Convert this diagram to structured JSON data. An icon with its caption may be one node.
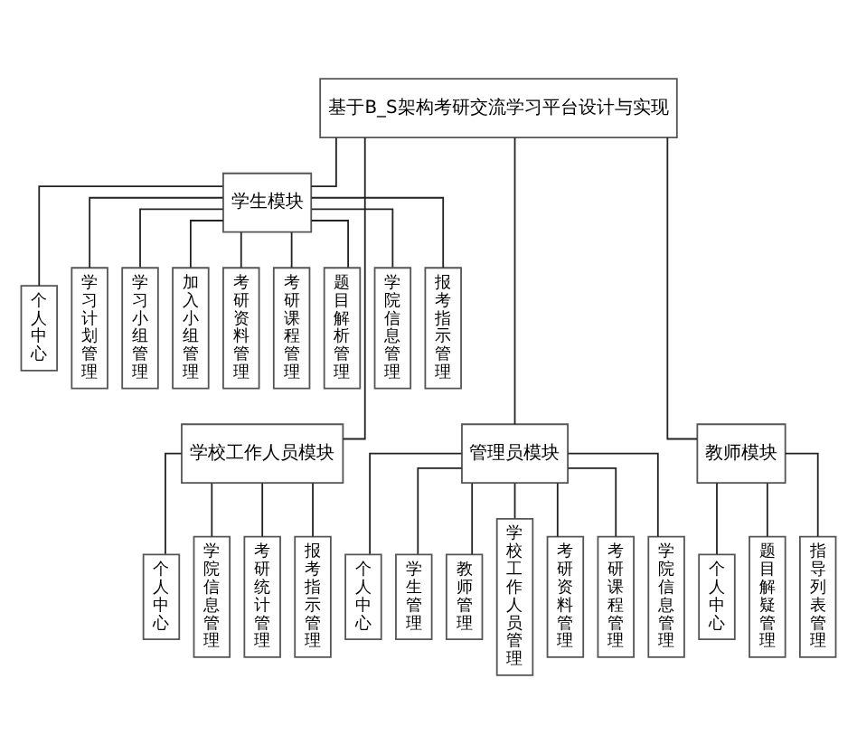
{
  "diagram": {
    "nodes": [
      {
        "text": [
          "基于B_S架构考研交流学习平台设计与实现"
        ]
      },
      {
        "text": [
          "学生模块"
        ]
      },
      {
        "text": [
          "个人中心"
        ]
      },
      {
        "text": [
          "学习计划管理"
        ]
      },
      {
        "text": [
          "学习小组管理"
        ]
      },
      {
        "text": [
          "加入小组管理"
        ]
      },
      {
        "text": [
          "考研资料管理"
        ]
      },
      {
        "text": [
          "考研课程管理"
        ]
      },
      {
        "text": [
          "题目解析管理"
        ]
      },
      {
        "text": [
          "学院信息管理"
        ]
      },
      {
        "text": [
          "报考指示管理"
        ]
      },
      {
        "text": [
          "学校工作人员模块"
        ]
      },
      {
        "text": [
          "个人中心"
        ]
      },
      {
        "text": [
          "学院信息管理"
        ]
      },
      {
        "text": [
          "考研统计管理"
        ]
      },
      {
        "text": [
          "报考指示管理"
        ]
      },
      {
        "text": [
          "管理员模块"
        ]
      },
      {
        "text": [
          "个人中心"
        ]
      },
      {
        "text": [
          "学生管理"
        ]
      },
      {
        "text": [
          "教师管理"
        ]
      },
      {
        "text": [
          "学校工作人员管理"
        ]
      },
      {
        "text": [
          "考研资料管理"
        ]
      },
      {
        "text": [
          "考研课程管理"
        ]
      },
      {
        "text": [
          "学院信息管理"
        ]
      },
      {
        "text": [
          "教师模块"
        ]
      },
      {
        "text": [
          "个人中心"
        ]
      },
      {
        "text": [
          "题目解疑管理"
        ]
      },
      {
        "text": [
          "指导列表管理"
        ]
      }
    ],
    "edges": [
      {
        "from": 0,
        "to": 1,
        "arrow": "none"
      },
      {
        "from": 1,
        "to": 2,
        "arrow": "none"
      },
      {
        "from": 1,
        "to": 3,
        "arrow": "none"
      },
      {
        "from": 1,
        "to": 4,
        "arrow": "none"
      },
      {
        "from": 1,
        "to": 5,
        "arrow": "none"
      },
      {
        "from": 1,
        "to": 6,
        "arrow": "none"
      },
      {
        "from": 1,
        "to": 7,
        "arrow": "none"
      },
      {
        "from": 1,
        "to": 8,
        "arrow": "none"
      },
      {
        "from": 1,
        "to": 9,
        "arrow": "none"
      },
      {
        "from": 1,
        "to": 10,
        "arrow": "none"
      },
      {
        "from": 0,
        "to": 11,
        "arrow": "none"
      },
      {
        "from": 0,
        "to": 16,
        "arrow": "none"
      },
      {
        "from": 0,
        "to": 24,
        "arrow": "none"
      },
      {
        "from": 11,
        "to": 12,
        "arrow": "none"
      },
      {
        "from": 11,
        "to": 13,
        "arrow": "none"
      },
      {
        "from": 11,
        "to": 14,
        "arrow": "none"
      },
      {
        "from": 11,
        "to": 15,
        "arrow": "none"
      },
      {
        "from": 16,
        "to": 17,
        "arrow": "none"
      },
      {
        "from": 16,
        "to": 18,
        "arrow": "none"
      },
      {
        "from": 16,
        "to": 19,
        "arrow": "none"
      },
      {
        "from": 16,
        "to": 20,
        "arrow": "none"
      },
      {
        "from": 16,
        "to": 21,
        "arrow": "none"
      },
      {
        "from": 16,
        "to": 22,
        "arrow": "none"
      },
      {
        "from": 16,
        "to": 23,
        "arrow": "none"
      },
      {
        "from": 24,
        "to": 25,
        "arrow": "none"
      },
      {
        "from": 24,
        "to": 26,
        "arrow": "none"
      },
      {
        "from": 24,
        "to": 27,
        "arrow": "none"
      }
    ]
  }
}
